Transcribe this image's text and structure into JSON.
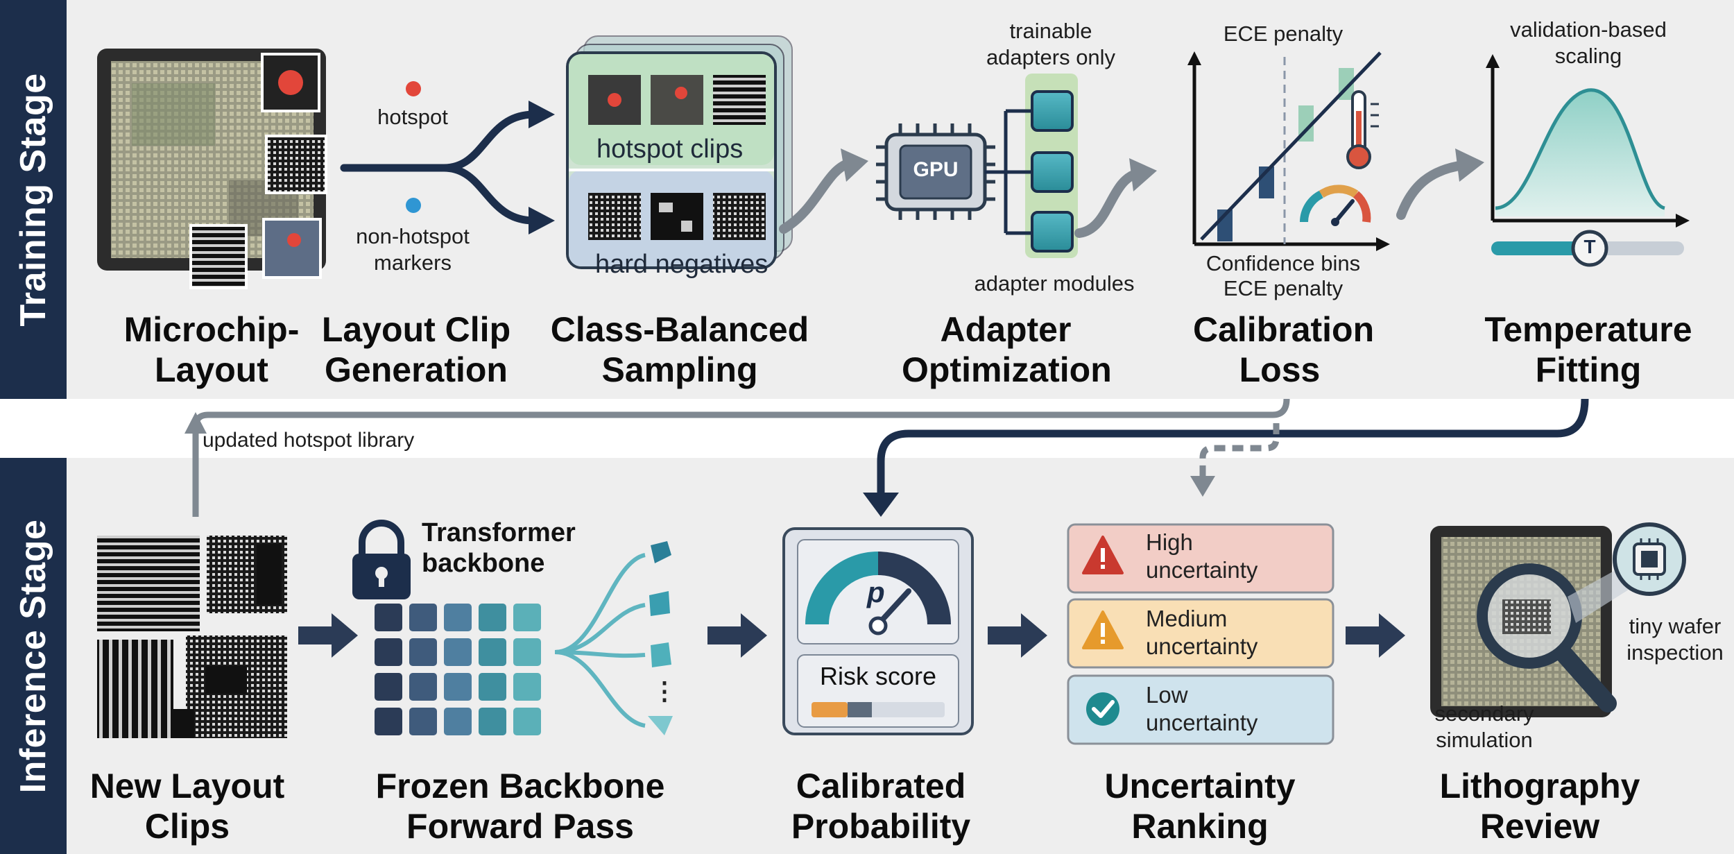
{
  "stages": {
    "training": "Training Stage",
    "inference": "Inference Stage"
  },
  "training": {
    "microchip_title": "Microchip-\nLayout",
    "clip_title": "Layout Clip\nGeneration",
    "sampling_title": "Class-Balanced\nSampling",
    "adapter_title": "Adapter\nOptimization",
    "calib_title": "Calibration\nLoss",
    "temp_title": "Temperature\nFitting",
    "hotspot_label": "hotspot",
    "nonhotspot_label": "non-hotspot\nmarkers",
    "hotspot_clips_label": "hotspot clips",
    "hard_negatives_label": "hard negatives",
    "gpu_label": "GPU",
    "trainable_label": "trainable\nadapters only",
    "adapter_modules_label": "adapter modules",
    "ece_top_label": "ECE penalty",
    "ece_bottom_label": "Confidence bins\nECE penalty",
    "validation_label": "validation-based\nscaling",
    "temp_knob_label": "T"
  },
  "feedback": {
    "library_label": "updated hotspot library"
  },
  "inference": {
    "new_clips_title": "New Layout\nClips",
    "backbone_title": "Frozen Backbone\nForward Pass",
    "calibrated_title": "Calibrated\nProbability",
    "ranking_title": "Uncertainty\nRanking",
    "litho_title": "Lithography\nReview",
    "transformer_label": "Transformer\nbackbone",
    "dots_label": "⋮",
    "p_label": "p",
    "risk_label": "Risk score",
    "risk_level": 0.45,
    "uncertainty_levels": [
      {
        "label": "High\nuncertainty",
        "color": "#f2cdc6",
        "icon": "warning-icon"
      },
      {
        "label": "Medium\nuncertainty",
        "color": "#f9dfb5",
        "icon": "warning-icon"
      },
      {
        "label": "Low\nuncertainty",
        "color": "#cfe3ed",
        "icon": "check-icon"
      }
    ],
    "tiny_wafer_label": "tiny wafer\ninspection",
    "secondary_label": "secondary\nsimulation"
  },
  "colors": {
    "navy": "#1c2e4b",
    "teal": "#2a9aa8",
    "hotspot_red": "#e2463a",
    "marker_blue": "#2f96d3",
    "gray_arrow": "#7f8891"
  }
}
